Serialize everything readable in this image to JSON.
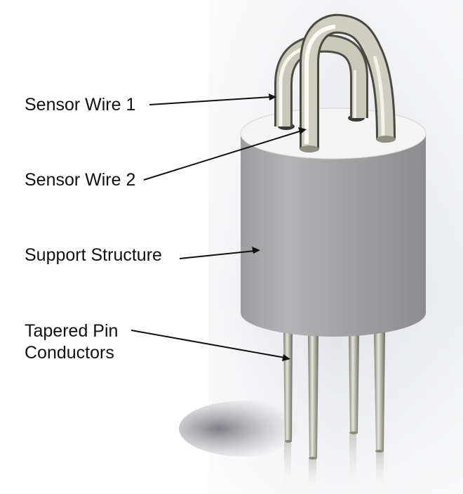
{
  "labels": {
    "sensor_wire_1": "Sensor Wire 1",
    "sensor_wire_2": "Sensor Wire 2",
    "support_structure": "Support Structure",
    "tapered_pin_line1": "Tapered Pin",
    "tapered_pin_line2": "Conductors"
  },
  "colors": {
    "background_panel": "#e6e7eb",
    "cylinder_body": "#a9a9ab",
    "cylinder_top": "#f2f2f2",
    "wire_metal": "#b8b7a8",
    "annotation_line": "#111111"
  }
}
